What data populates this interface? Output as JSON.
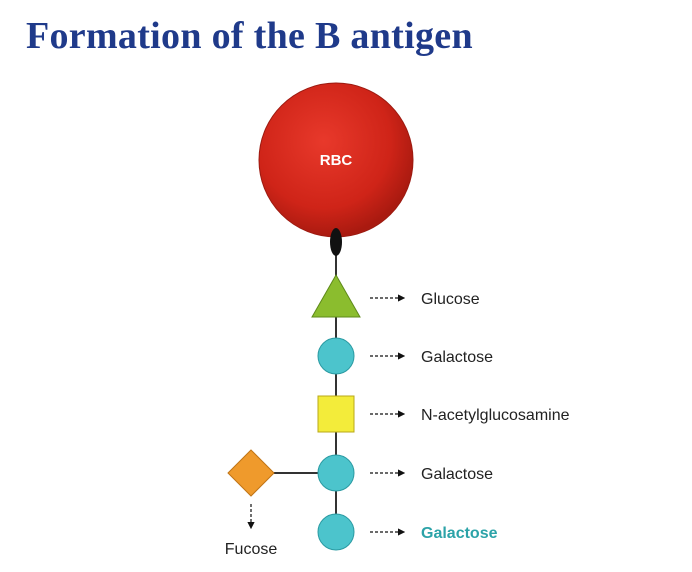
{
  "slide": {
    "title": "Formation of the B antigen"
  },
  "diagram": {
    "cell_label": "RBC",
    "chain": [
      {
        "shape": "triangle",
        "label": "Glucose",
        "color": "#8bbd2e",
        "highlight": false
      },
      {
        "shape": "circle",
        "label": "Galactose",
        "color": "#4cc4cc",
        "highlight": false
      },
      {
        "shape": "square",
        "label": "N-acetylglucosamine",
        "color": "#f3ec3a",
        "highlight": false
      },
      {
        "shape": "circle",
        "label": "Galactose",
        "color": "#4cc4cc",
        "highlight": false
      },
      {
        "shape": "circle",
        "label": "Galactose",
        "color": "#4cc4cc",
        "highlight": true
      }
    ],
    "branch": {
      "shape": "diamond",
      "label": "Fucose",
      "color": "#ef9a2c"
    },
    "colors": {
      "rbc": "#d42a1e",
      "highlight_label": "#2ca3a8",
      "title": "#1f3a8a"
    }
  }
}
